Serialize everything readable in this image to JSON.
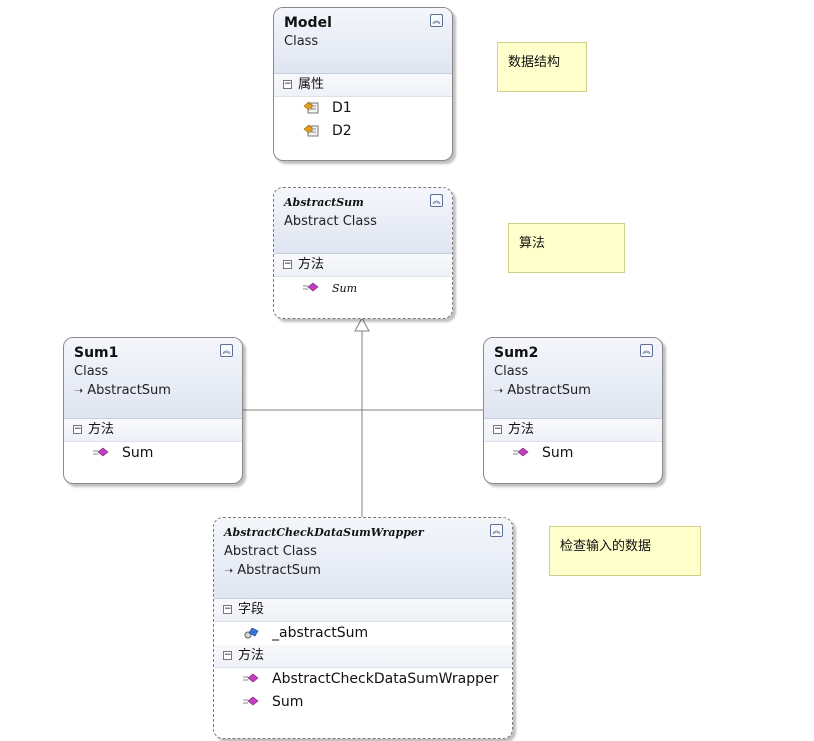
{
  "diagram": {
    "classes": {
      "model": {
        "name": "Model",
        "kind": "Class",
        "sections": [
          {
            "label": "属性",
            "members": [
              "D1",
              "D2"
            ]
          }
        ]
      },
      "abstract_sum": {
        "name": "AbstractSum",
        "kind": "Abstract Class",
        "sections": [
          {
            "label": "方法",
            "members": [
              "Sum"
            ]
          }
        ]
      },
      "sum1": {
        "name": "Sum1",
        "kind": "Class",
        "base": "AbstractSum",
        "sections": [
          {
            "label": "方法",
            "members": [
              "Sum"
            ]
          }
        ]
      },
      "sum2": {
        "name": "Sum2",
        "kind": "Class",
        "base": "AbstractSum",
        "sections": [
          {
            "label": "方法",
            "members": [
              "Sum"
            ]
          }
        ]
      },
      "wrapper": {
        "name": "AbstractCheckDataSumWrapper",
        "kind": "Abstract Class",
        "base": "AbstractSum",
        "sections": [
          {
            "label": "字段",
            "members": [
              "_abstractSum"
            ]
          },
          {
            "label": "方法",
            "members": [
              "AbstractCheckDataSumWrapper",
              "Sum"
            ]
          }
        ]
      }
    },
    "notes": {
      "data_structure": "数据结构",
      "algorithm": "算法",
      "check_input": "检查输入的数据"
    },
    "icons": {
      "collapse": "double-chevron-up-icon",
      "property": "property-icon",
      "method": "method-icon",
      "field": "field-icon",
      "inheritance": "inheritance-arrow-icon"
    },
    "colors": {
      "header_top": "#f4f6fb",
      "header_bottom": "#dfe5f1",
      "note_fill": "#ffffcc",
      "method_icon": "#c040c0",
      "connector": "#808080"
    }
  }
}
